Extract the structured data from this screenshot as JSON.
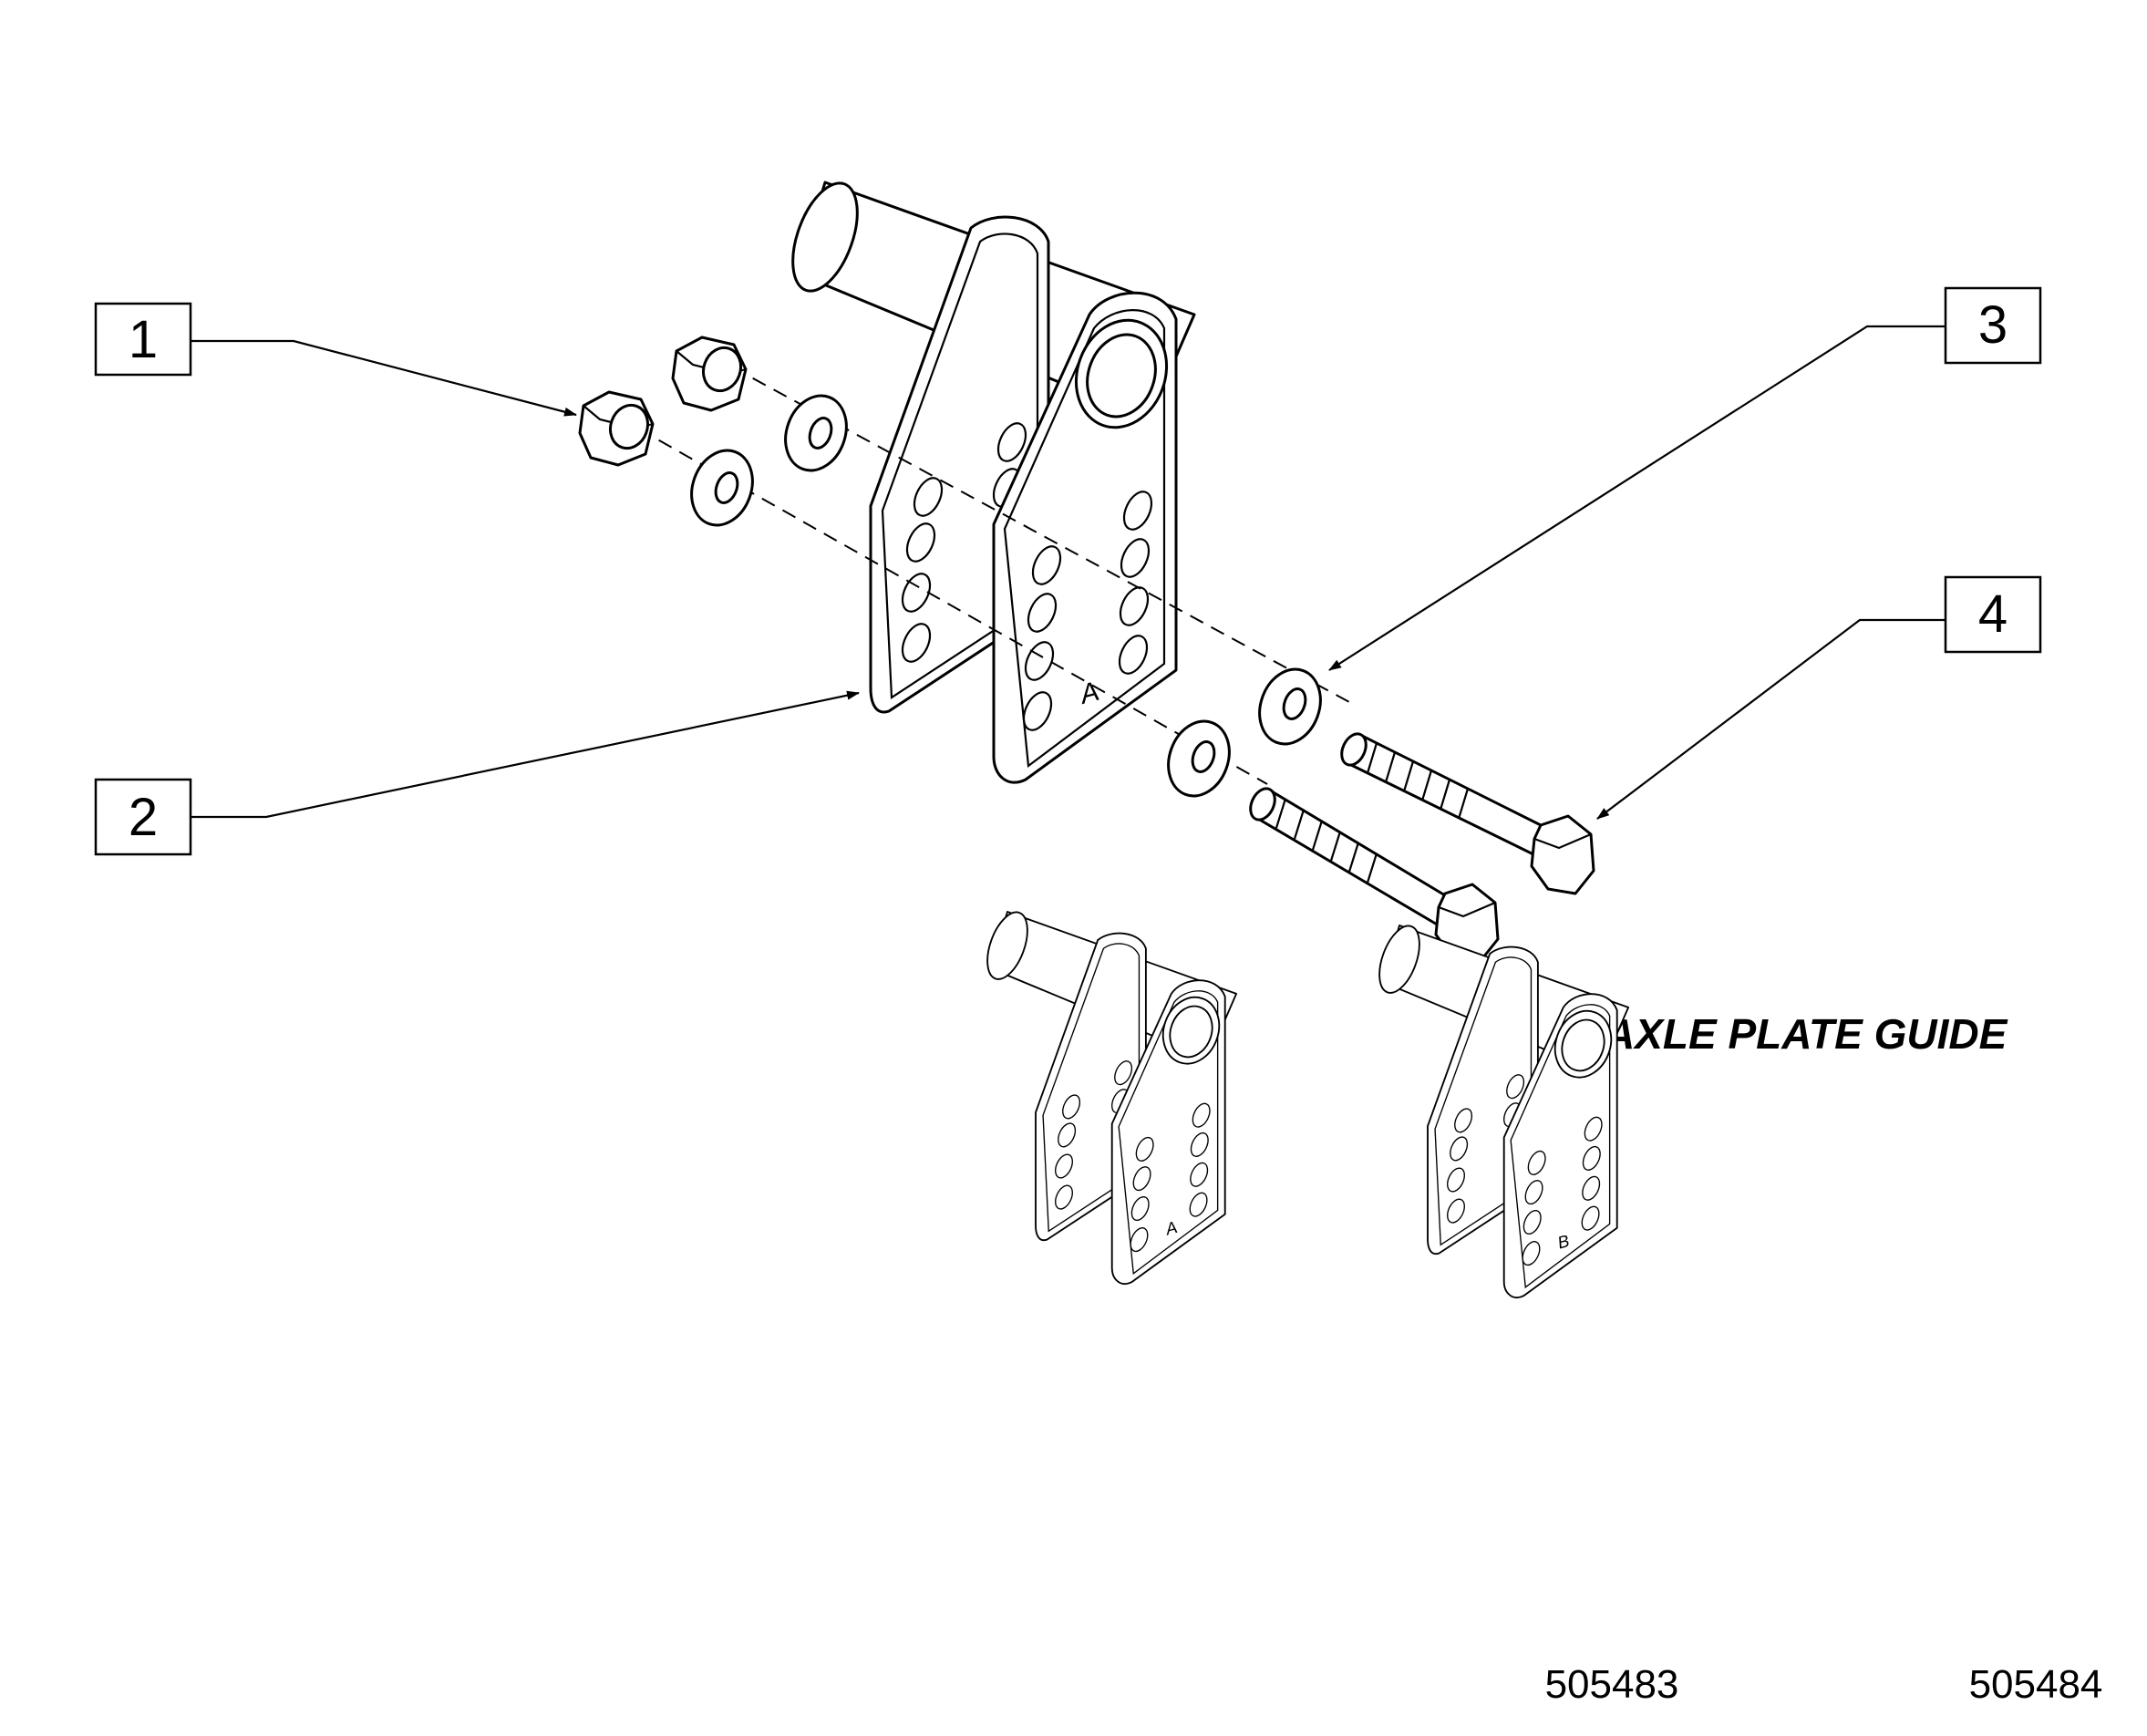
{
  "callouts": [
    {
      "label": "1"
    },
    {
      "label": "2"
    },
    {
      "label": "3"
    },
    {
      "label": "4"
    }
  ],
  "guide": {
    "title": "AXLE PLATE GUIDE",
    "parts": [
      {
        "number": "505483",
        "plate_letter": "A"
      },
      {
        "number": "505484",
        "plate_letter": "B"
      }
    ]
  },
  "main_assembly": {
    "plate_letter": "A"
  }
}
